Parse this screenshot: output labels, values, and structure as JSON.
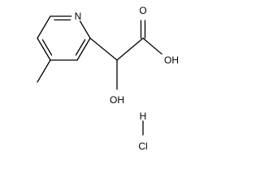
{
  "molecule": {
    "atoms": {
      "ring_nitrogen": "N",
      "carbonyl_oxygen": "O",
      "acid_hydroxyl": "OH",
      "alpha_hydroxyl": "OH",
      "hydrogen": "H",
      "chlorine": "Cl"
    }
  }
}
